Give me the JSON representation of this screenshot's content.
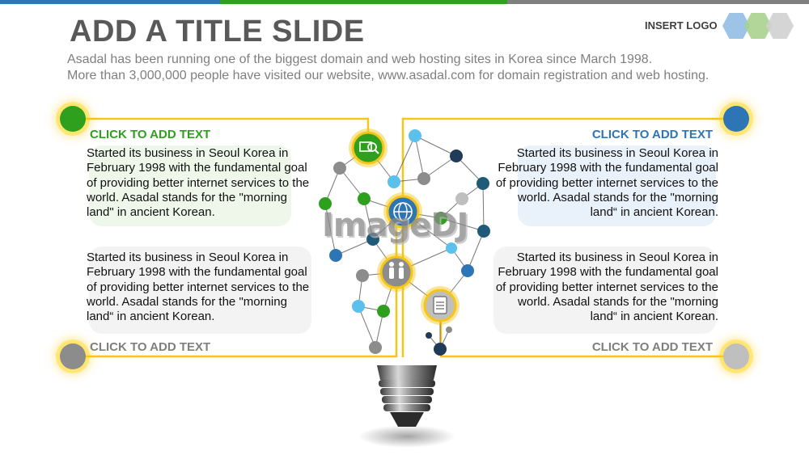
{
  "slide": {
    "title": "ADD A TITLE SLIDE",
    "subtitle_line1": "Asadal has been running one of the biggest domain and web hosting sites in Korea since March 1998.",
    "subtitle_line2": "More than 3,000,000 people have visited our website,  www.asadal.com for domain registration and web hosting.",
    "logo_text": "INSERT LOGO",
    "watermark": "ImageDJ"
  },
  "colors": {
    "blue": "#2e75b6",
    "green": "#2ea01e",
    "gray": "#8c8c8c",
    "yellow": "#f5c518",
    "top_bar_gray": "#808080"
  },
  "blocks": {
    "top_left": {
      "heading": "CLICK TO ADD TEXT",
      "body": "Started its business in Seoul Korea  in February 1998 with the fundamental goal of providing better internet services to the world. Asadal stands for the \"morning land\" in ancient Korean."
    },
    "top_right": {
      "heading": "CLICK TO ADD TEXT",
      "body": "Started its business in Seoul Korea  in February 1998 with the fundamental goal of providing better internet services to the world. Asadal stands for the \"morning land“ in ancient Korean."
    },
    "bottom_left": {
      "heading": "CLICK TO ADD TEXT",
      "body": "Started its business in Seoul Korea  in February 1998 with the fundamental goal of providing better internet services to the world. Asadal stands for the \"morning land“ in ancient Korean."
    },
    "bottom_right": {
      "heading": "CLICK TO ADD TEXT",
      "body": "Started its business in Seoul Korea  in February 1998 with the fundamental goal of providing better internet services to the world. Asadal stands for the \"morning land“ in ancient Korean."
    }
  },
  "icons": [
    "search-icon",
    "globe-icon",
    "people-icon",
    "clipboard-icon"
  ]
}
